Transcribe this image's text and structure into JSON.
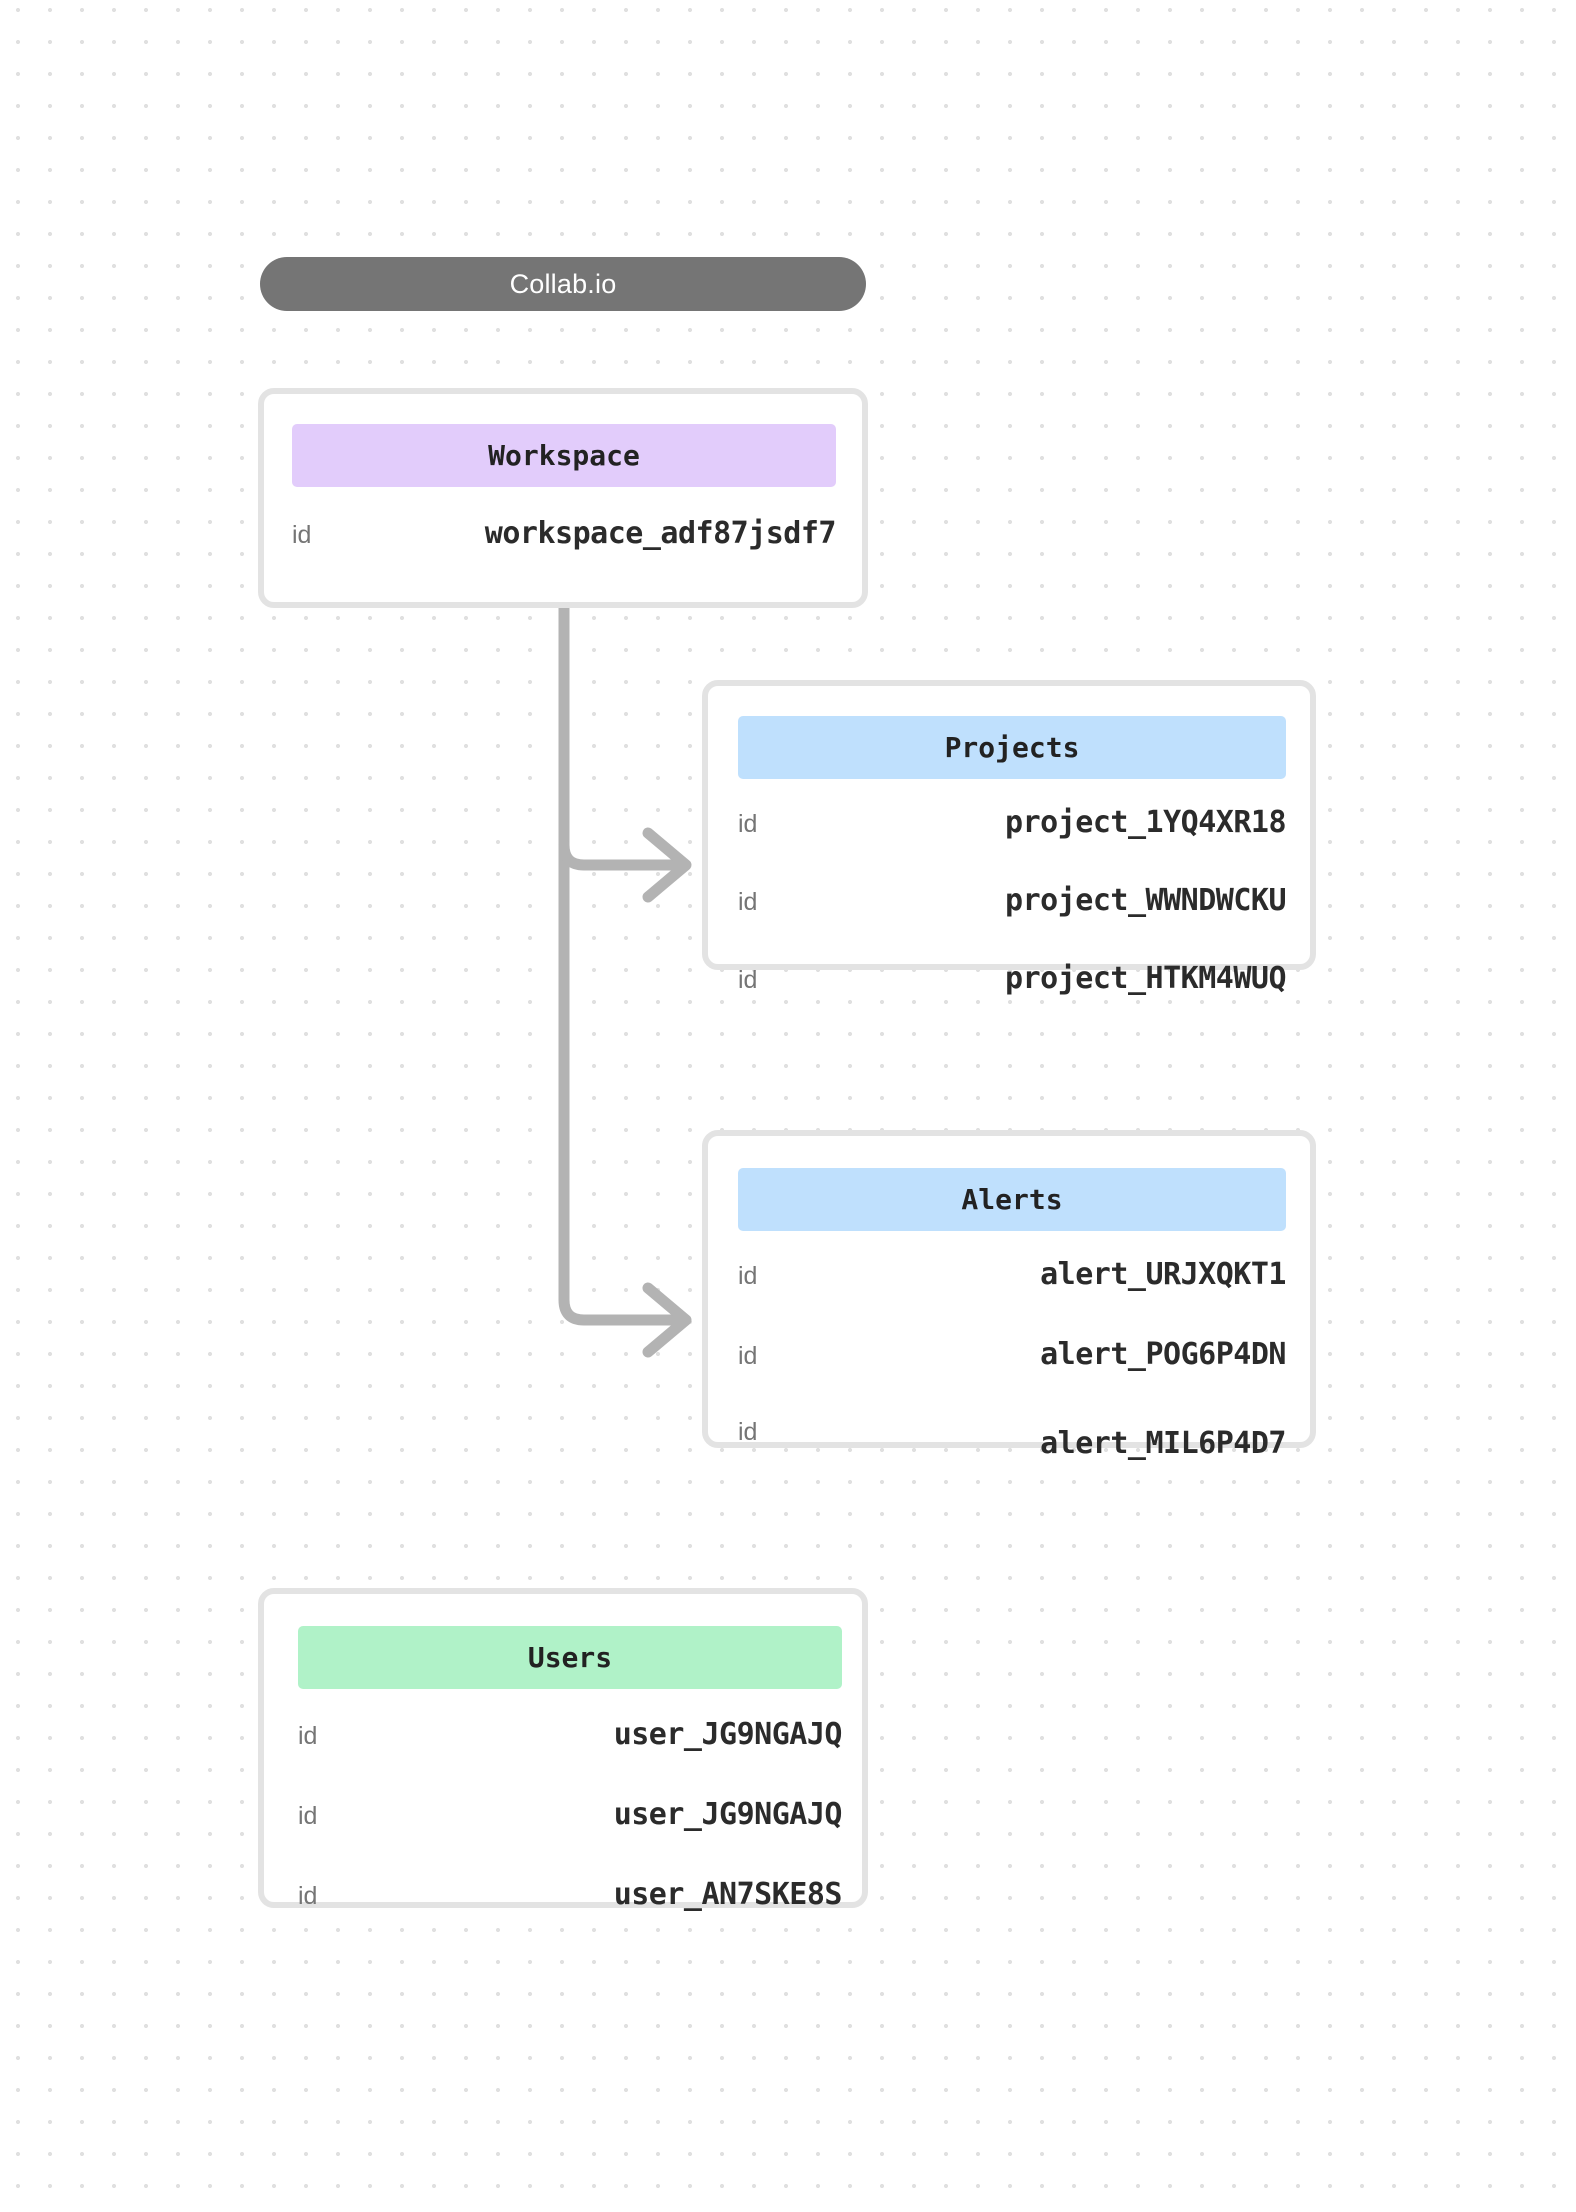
{
  "diagram": {
    "title": "Collab.io",
    "background": "#ffffff",
    "dot_color": "#e0e0e0",
    "connector_color": "#b3b3b3",
    "title_pill_color": "#757575",
    "card_border_color": "#e3e3e3"
  },
  "entities": [
    {
      "id": "workspace",
      "name": "Workspace",
      "chip_color": "#e2ccfb",
      "rows": [
        {
          "key": "id",
          "value": "workspace_adf87jsdf7"
        }
      ]
    },
    {
      "id": "projects",
      "name": "Projects",
      "chip_color": "#bfe0fd",
      "rows": [
        {
          "key": "id",
          "value": "project_1YQ4XR18"
        },
        {
          "key": "id",
          "value": "project_WWNDWCKU"
        },
        {
          "key": "id",
          "value": "project_HTKM4WUQ"
        }
      ]
    },
    {
      "id": "alerts",
      "name": "Alerts",
      "chip_color": "#bfe0fd",
      "rows": [
        {
          "key": "id",
          "value": "alert_URJXQKT1"
        },
        {
          "key": "id",
          "value": "alert_POG6P4DN"
        },
        {
          "key": "id",
          "value": "alert_MIL6P4D7"
        }
      ]
    },
    {
      "id": "users",
      "name": "Users",
      "chip_color": "#b0f2c8",
      "rows": [
        {
          "key": "id",
          "value": "user_JG9NGAJQ"
        },
        {
          "key": "id",
          "value": "user_JG9NGAJQ"
        },
        {
          "key": "id",
          "value": "user_AN7SKE8S"
        }
      ]
    }
  ],
  "connections": [
    {
      "from": "workspace",
      "to": "projects"
    },
    {
      "from": "workspace",
      "to": "alerts"
    }
  ]
}
